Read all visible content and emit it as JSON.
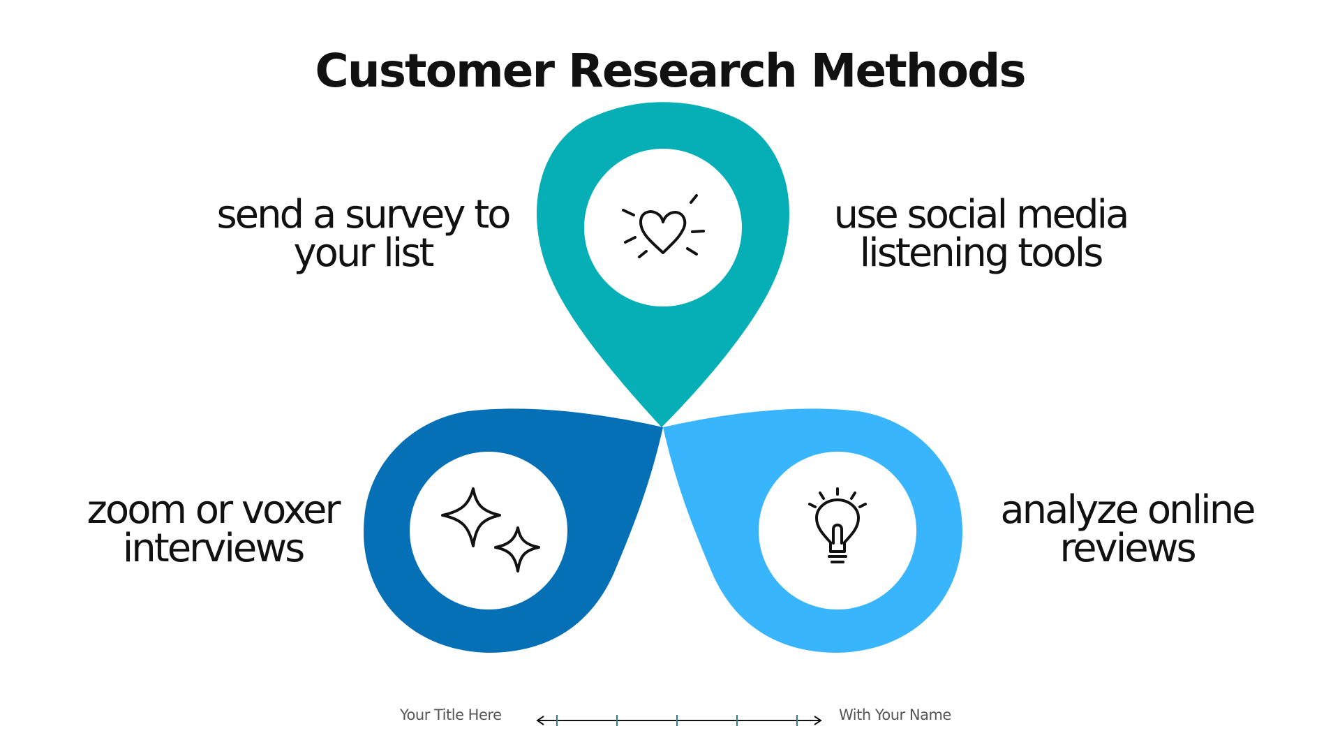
{
  "title": "Customer Research Methods",
  "colors": {
    "top_petal": "#06AEB6",
    "left_petal": "#0570B6",
    "right_petal": "#38B5FD",
    "center": "#FFFFFF",
    "ink": "#111111",
    "timeline_tick": "#2f7d88"
  },
  "methods": [
    {
      "icon": "heart-sparkle-icon",
      "color_key": "top_petal",
      "lines": [
        "send a survey to",
        "your list"
      ]
    },
    {
      "icon": "heart-sparkle-icon",
      "color_key": "top_petal",
      "lines": [
        "use social media",
        "listening tools"
      ]
    },
    {
      "icon": "sparkles-icon",
      "color_key": "left_petal",
      "lines": [
        "zoom or voxer",
        "interviews"
      ]
    },
    {
      "icon": "lightbulb-icon",
      "color_key": "right_petal",
      "lines": [
        "analyze online",
        "reviews"
      ]
    }
  ],
  "footer": {
    "left_text": "Your Title Here",
    "right_text": "With Your Name",
    "timeline_ticks": 5
  }
}
